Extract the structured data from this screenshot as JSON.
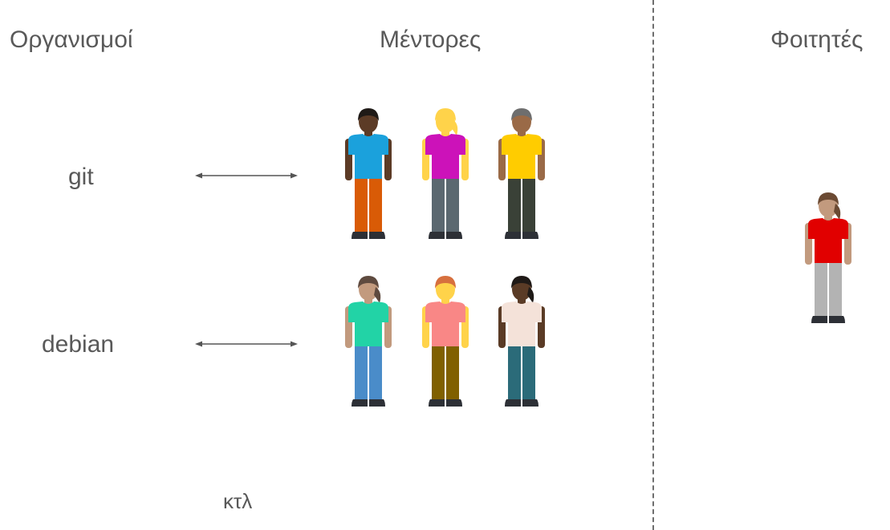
{
  "headings": {
    "organizations": "Οργανισμοί",
    "mentors": "Μέντορες",
    "students": "Φοιτητές"
  },
  "organizations": [
    {
      "label": "git"
    },
    {
      "label": "debian"
    }
  ],
  "etc_label": "κτλ",
  "mentor_rows": [
    [
      {
        "icon": "mentor-person-icon",
        "skin": "#5c3b26",
        "hair": "#1f1a17",
        "shirt": "#1ba1dc",
        "pants": "#d95b06",
        "hair_style": "short"
      },
      {
        "icon": "mentor-person-icon",
        "skin": "#ffd34a",
        "hair": "#ffd34a",
        "shirt": "#cc12b9",
        "pants": "#5b6870",
        "hair_style": "ponytail"
      },
      {
        "icon": "mentor-person-icon",
        "skin": "#9a6a47",
        "hair": "#6e6e6e",
        "shirt": "#ffcc00",
        "pants": "#3a4137",
        "hair_style": "short"
      }
    ],
    [
      {
        "icon": "mentor-person-icon",
        "skin": "#c29a7e",
        "hair": "#5e4a3f",
        "shirt": "#22d3a6",
        "pants": "#4a8cc9",
        "hair_style": "ponytail"
      },
      {
        "icon": "mentor-person-icon",
        "skin": "#ffd34a",
        "hair": "#d7703e",
        "shirt": "#f98786",
        "pants": "#806000",
        "hair_style": "short"
      },
      {
        "icon": "mentor-person-icon",
        "skin": "#5a3b26",
        "hair": "#1f1a17",
        "shirt": "#f4e2d9",
        "pants": "#2b6b79",
        "hair_style": "ponytail"
      }
    ]
  ],
  "student": {
    "icon": "student-person-icon",
    "skin": "#c29a7e",
    "hair": "#6b4a33",
    "shirt": "#e10000",
    "pants": "#b3b3b3",
    "hair_style": "ponytail"
  },
  "colors": {
    "text": "#595959",
    "arrow": "#555555",
    "divider": "#6e6e6e",
    "shoes": "#2d3036"
  }
}
